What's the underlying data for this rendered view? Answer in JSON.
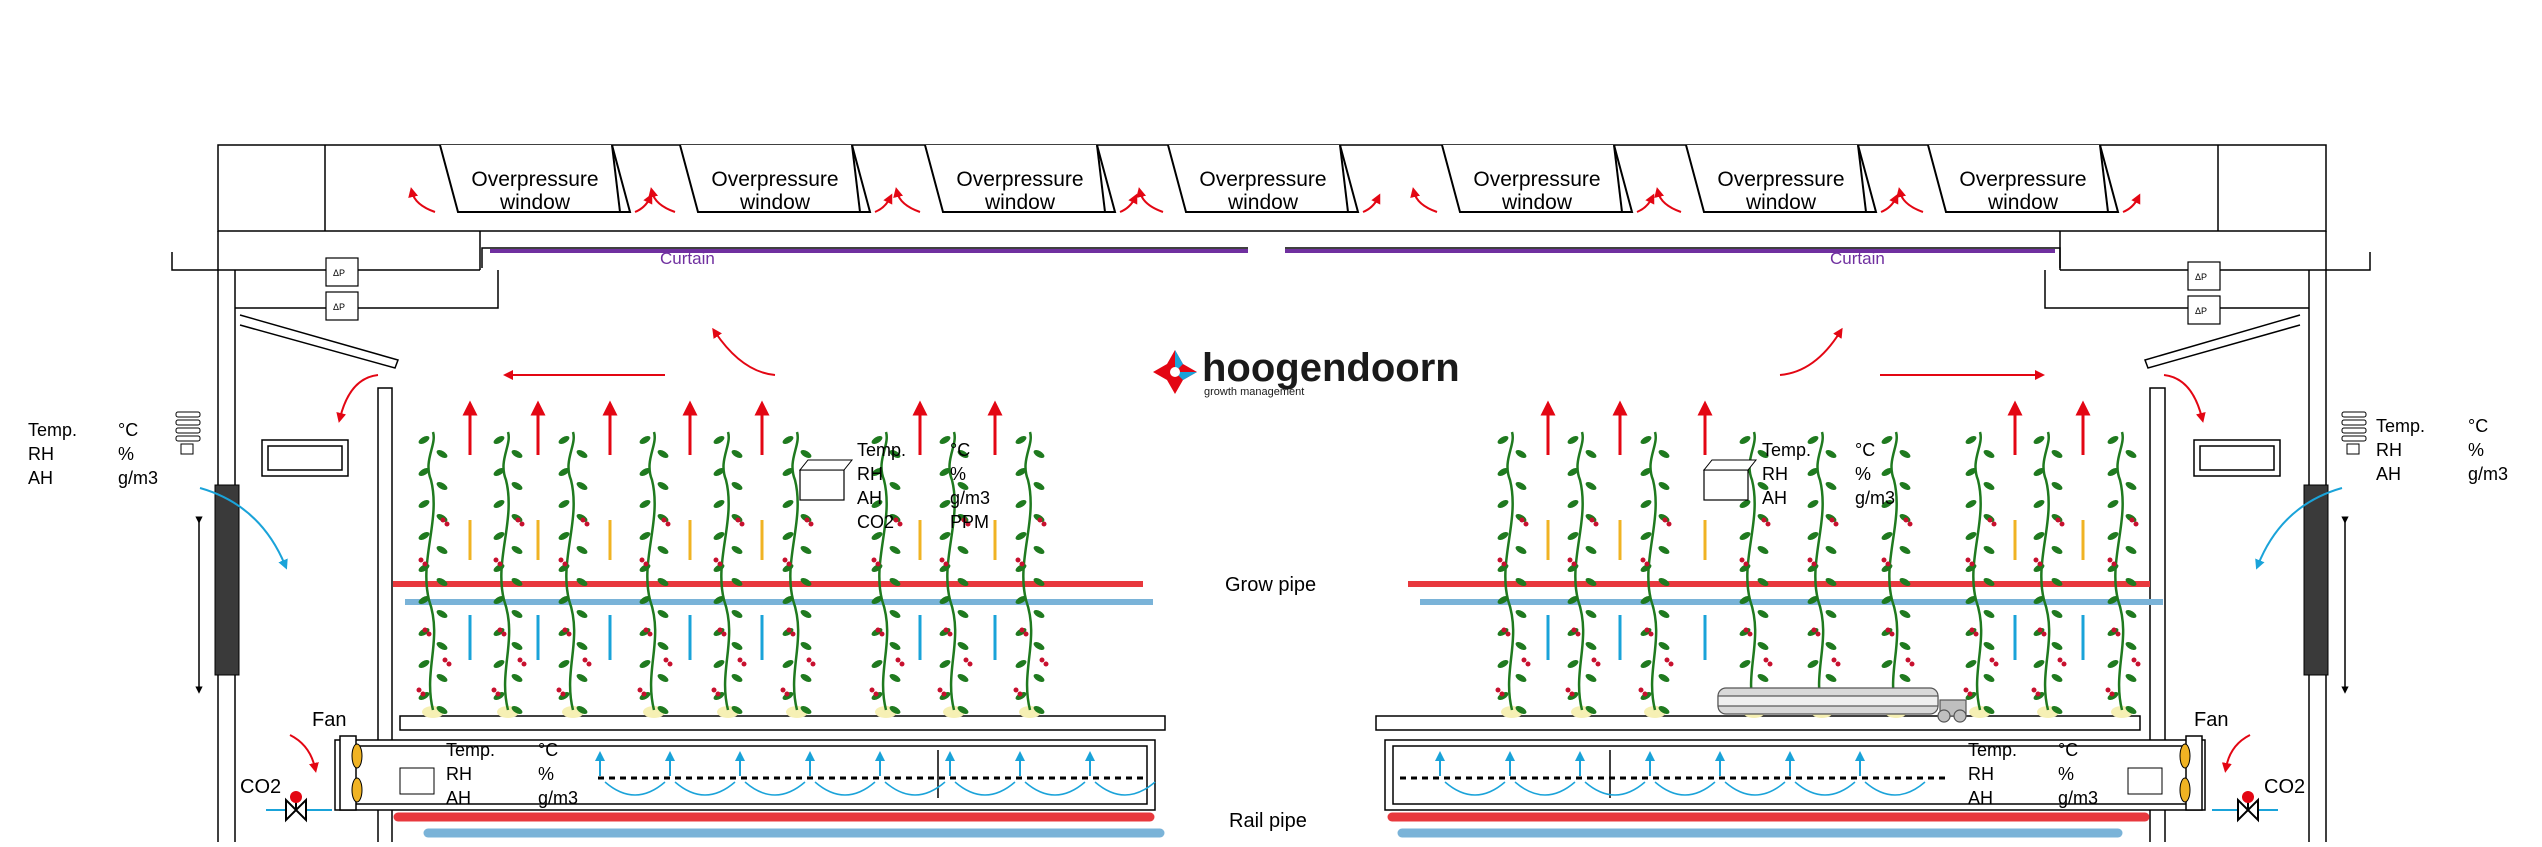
{
  "brand": {
    "name": "hoogendoorn",
    "tagline": "growth management",
    "colors": {
      "red": "#e30613",
      "blue": "#1aa3d9"
    }
  },
  "windows": [
    {
      "line1": "Overpressure",
      "line2": "window"
    },
    {
      "line1": "Overpressure",
      "line2": "window"
    },
    {
      "line1": "Overpressure",
      "line2": "window"
    },
    {
      "line1": "Overpressure",
      "line2": "window"
    },
    {
      "line1": "Overpressure",
      "line2": "window"
    },
    {
      "line1": "Overpressure",
      "line2": "window"
    },
    {
      "line1": "Overpressure",
      "line2": "window"
    }
  ],
  "curtain": {
    "left": "Curtain",
    "right": "Curtain"
  },
  "pressure": {
    "symbol": "ΔP"
  },
  "pipes": {
    "grow": "Grow pipe",
    "rail": "Rail pipe"
  },
  "fans": {
    "left": "Fan",
    "right": "Fan"
  },
  "co2": {
    "left": "CO2",
    "right": "CO2"
  },
  "sensors": {
    "outside_left": [
      {
        "label": "Temp.",
        "unit": "°C"
      },
      {
        "label": "RH",
        "unit": "%"
      },
      {
        "label": "AH",
        "unit": "g/m3"
      }
    ],
    "outside_right": [
      {
        "label": "Temp.",
        "unit": "°C"
      },
      {
        "label": "RH",
        "unit": "%"
      },
      {
        "label": "AH",
        "unit": "g/m3"
      }
    ],
    "crop_left": [
      {
        "label": "Temp.",
        "unit": "°C"
      },
      {
        "label": "RH",
        "unit": "%"
      },
      {
        "label": "AH",
        "unit": "g/m3"
      },
      {
        "label": "CO2",
        "unit": "PPM"
      }
    ],
    "crop_right": [
      {
        "label": "Temp.",
        "unit": "°C"
      },
      {
        "label": "RH",
        "unit": "%"
      },
      {
        "label": "AH",
        "unit": "g/m3"
      }
    ],
    "duct_left": [
      {
        "label": "Temp.",
        "unit": "°C"
      },
      {
        "label": "RH",
        "unit": "%"
      },
      {
        "label": "AH",
        "unit": "g/m3"
      }
    ],
    "duct_right": [
      {
        "label": "Temp.",
        "unit": "°C"
      },
      {
        "label": "RH",
        "unit": "%"
      },
      {
        "label": "AH",
        "unit": "g/m3"
      }
    ]
  }
}
